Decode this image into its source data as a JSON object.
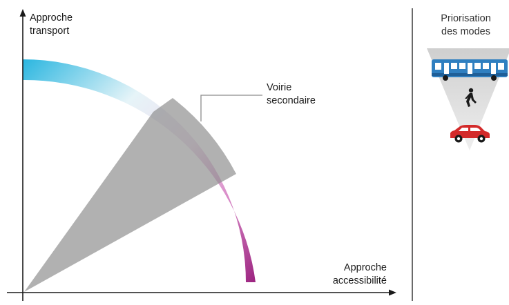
{
  "axes": {
    "y_label_line1": "Approche",
    "y_label_line2": "transport",
    "x_label_line1": "Approche",
    "x_label_line2": "accessibilité"
  },
  "sector": {
    "label_line1": "Voirie",
    "label_line2": "secondaire"
  },
  "panel": {
    "title_line1": "Priorisation",
    "title_line2": "des modes",
    "modes": [
      {
        "name": "bus",
        "icon": "bus-icon",
        "color": "#2f7fc0"
      },
      {
        "name": "piéton",
        "icon": "pedestrian-icon",
        "color": "#1a1a1a"
      },
      {
        "name": "voiture",
        "icon": "car-icon",
        "color": "#d32a2a"
      }
    ]
  },
  "colors": {
    "arc_start": "#2ab6e0",
    "arc_mid": "#e4f2f7",
    "arc_end": "#9c2480",
    "sector": "#8c8c8c",
    "funnel": "#d9d9d9",
    "axis": "#1a1a1a"
  }
}
